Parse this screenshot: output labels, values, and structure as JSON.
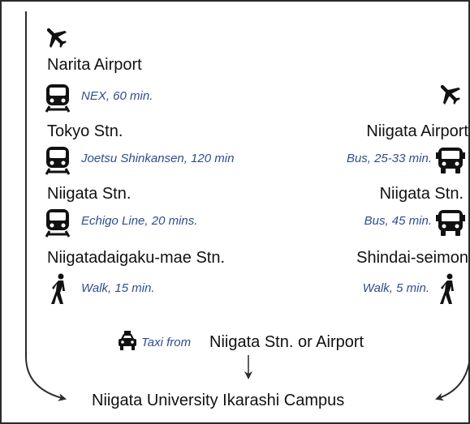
{
  "colors": {
    "label": "#2e4d8f",
    "text": "#111111",
    "frame": "#2b2b2b"
  },
  "left_route": {
    "start_icon": "airplane-icon",
    "stops": [
      "Narita Airport",
      "Tokyo Stn.",
      "Niigata Stn.",
      "Niigatadaigaku-mae Stn."
    ],
    "legs": [
      {
        "icon": "train-icon",
        "label": "NEX, 60 min."
      },
      {
        "icon": "train-icon",
        "label": "Joetsu Shinkansen, 120 min"
      },
      {
        "icon": "train-icon",
        "label": "Echigo Line, 20 mins."
      },
      {
        "icon": "walking-person-icon",
        "label": "Walk, 15 min."
      }
    ]
  },
  "right_route": {
    "start_icon": "airplane-icon",
    "stops": [
      "Niigata Airport",
      "Niigata Stn.",
      "Shindai-seimon"
    ],
    "legs": [
      {
        "icon": "bus-icon",
        "label": "Bus, 25-33 min."
      },
      {
        "icon": "bus-icon",
        "label": "Bus, 45 min."
      },
      {
        "icon": "walking-person-icon",
        "label": "Walk, 5 min."
      }
    ]
  },
  "taxi": {
    "icon": "taxi-icon",
    "label": "Taxi from",
    "text": "Niigata Stn. or Airport"
  },
  "destination": "Niigata University Ikarashi Campus"
}
